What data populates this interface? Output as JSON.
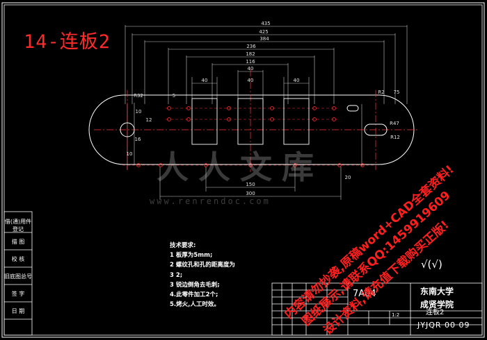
{
  "drawing_title": "14-连板2",
  "side_labels": [
    "借(通)用件登记",
    "描 图",
    "校 核",
    "旧底图总号",
    "签 字",
    "日 期"
  ],
  "dimensions": {
    "overall": [
      "435",
      "425",
      "384",
      "236",
      "182",
      "116",
      "40"
    ],
    "pockets": [
      "40",
      "40",
      "40"
    ],
    "right_labels": [
      "R2",
      "75",
      "R12",
      "R47"
    ],
    "left_labels": [
      "10",
      "5",
      "12",
      "R32",
      "16",
      "10"
    ],
    "bottom": [
      "150",
      "300",
      "20"
    ]
  },
  "notes": {
    "heading": "技术要求:",
    "items": [
      "1   板厚为5mm;",
      "2   螺纹孔和孔的距离度为",
      "3   2;",
      "3   锐边倒角去毛刺;",
      "4.此零件加工2个;",
      "5.烤火,人工时效。"
    ]
  },
  "roughness": "√(√)",
  "title_block": {
    "material": "7A04",
    "school": "东南大学",
    "college": "成贤学院",
    "part_name": "连板2",
    "drawing_no": "JYJQR 00 09",
    "scale": "1:2"
  },
  "watermarks": [
    "内容请勿抄袭,原稿word+CAD全套资料!",
    "图纸展示,请联系QQ:1459919609",
    "设计资料,请充值下载购买正版!"
  ],
  "logo_watermark": "人人文库",
  "url_watermark": "www.renrendoc.com",
  "colors": {
    "outline": "#ffffff",
    "dimension": "#c8c8c8",
    "hole": "#ff2a2a",
    "centerline": "#ff3333",
    "watermark": "#ff1f1f"
  }
}
